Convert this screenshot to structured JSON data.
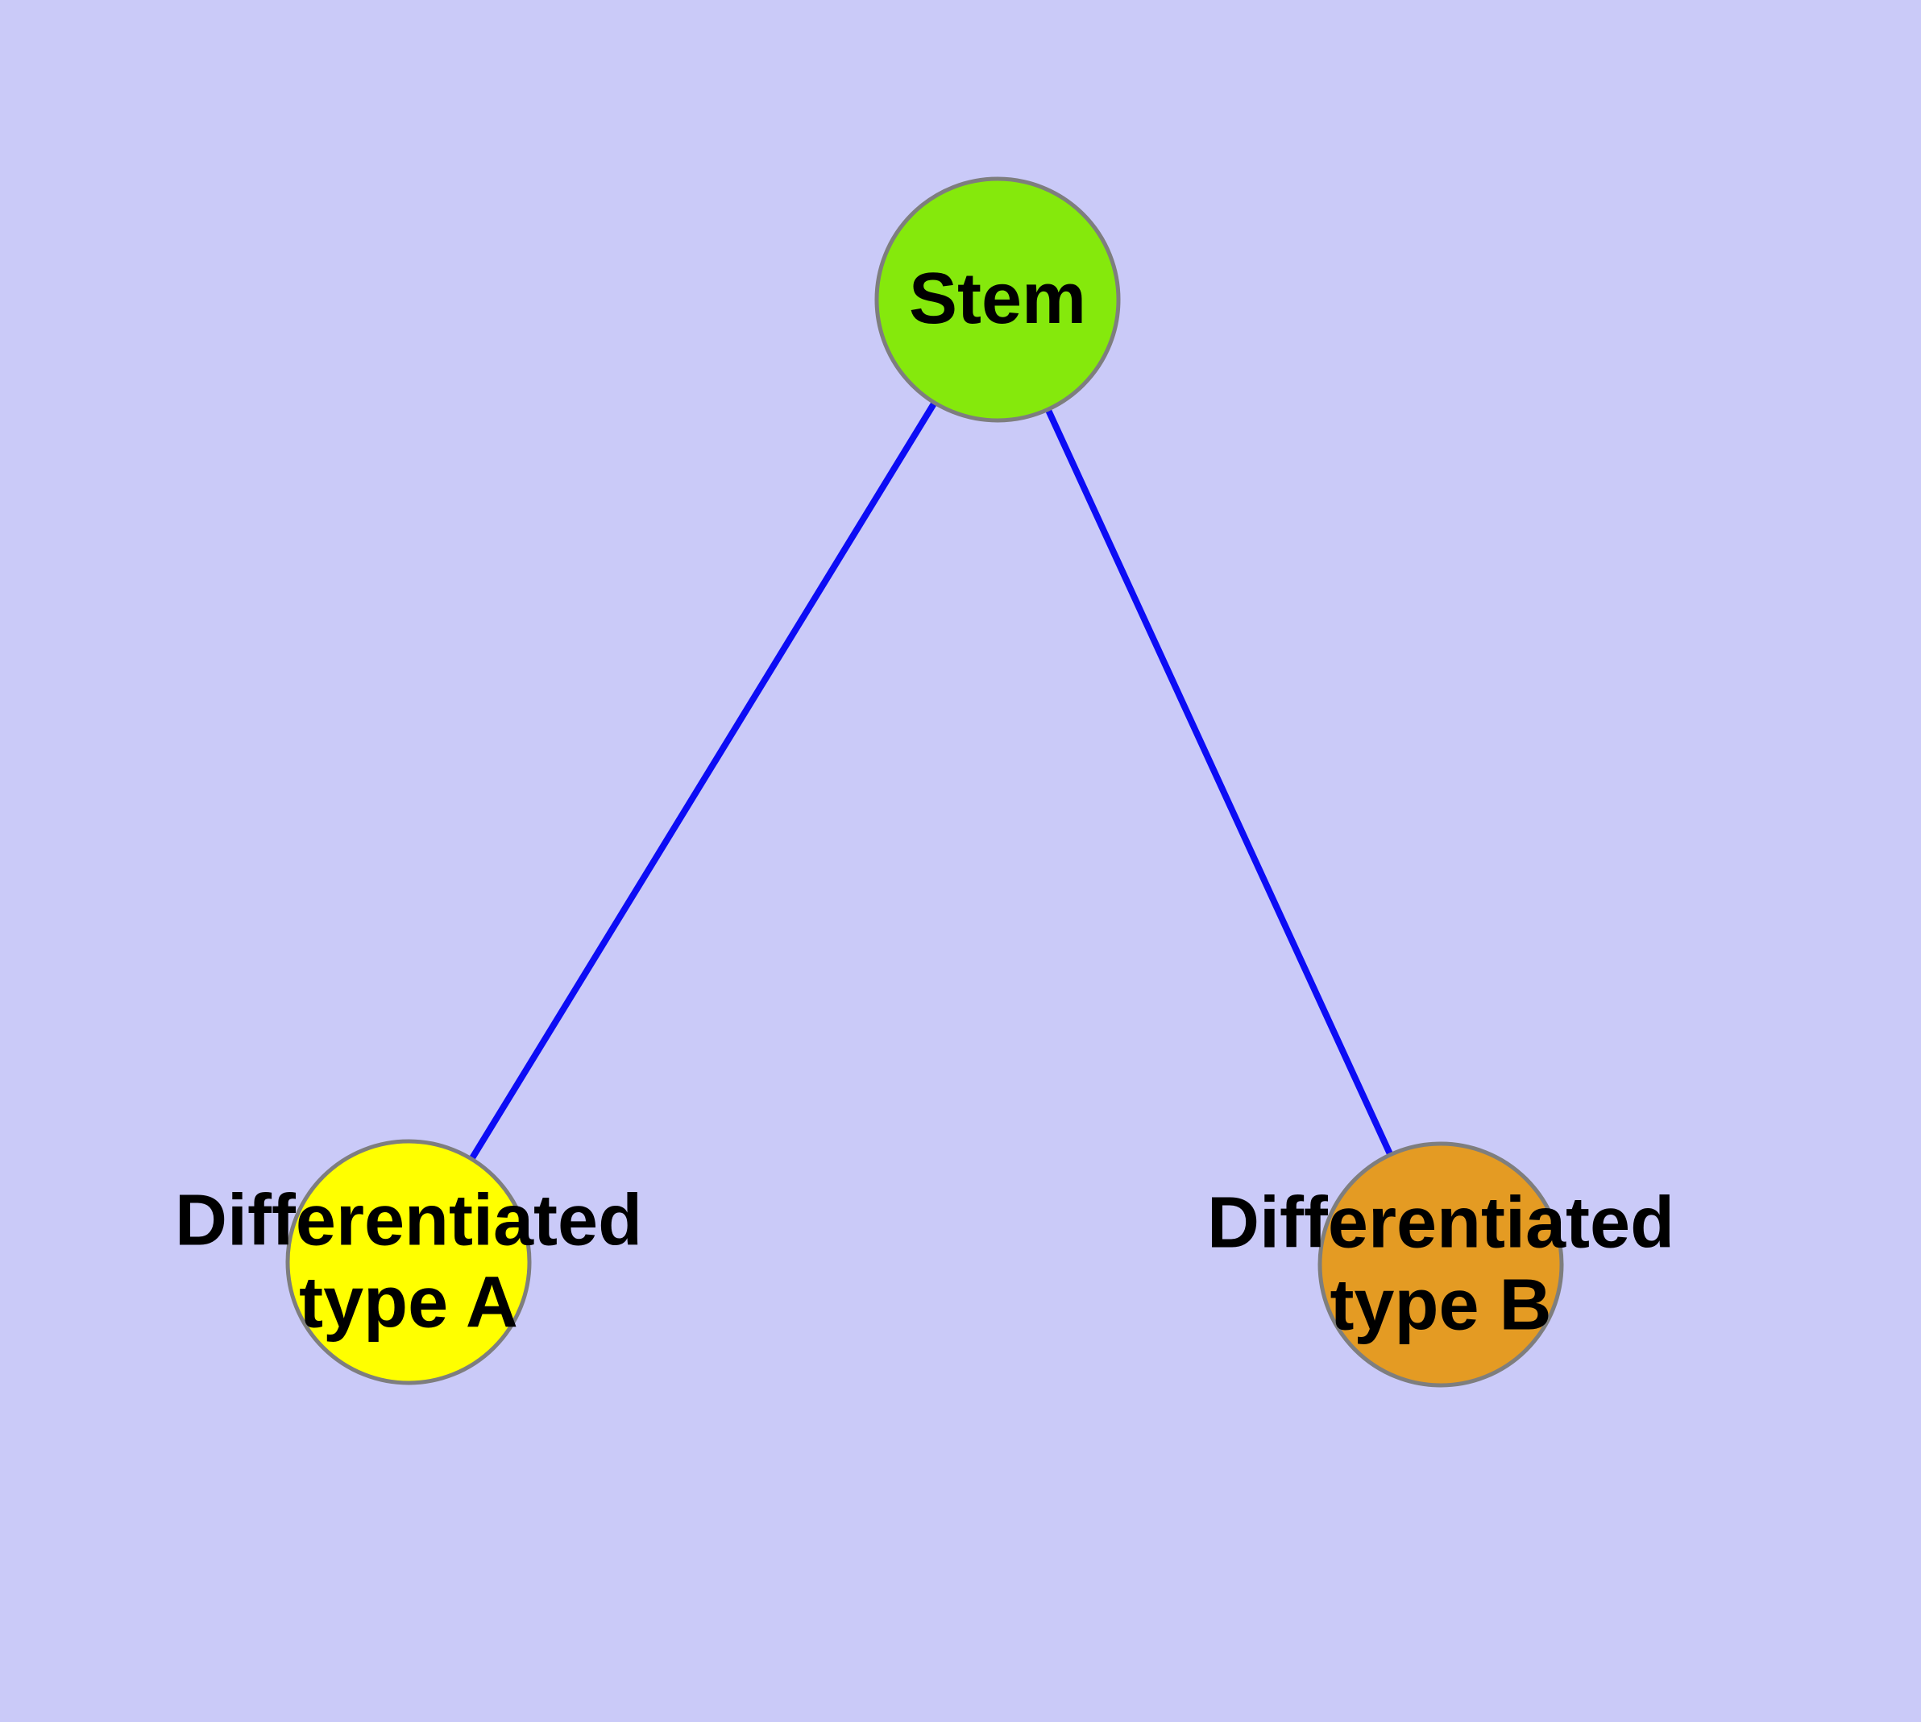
{
  "diagram": {
    "background_color": "#CACAF8",
    "text_color": "#000000",
    "nodes": {
      "stem": {
        "label": "Stem",
        "fill": "#85E90C",
        "border": "#7E7E7E"
      },
      "type_a": {
        "label": "Differentiated\ntype A",
        "fill": "#FFFF00",
        "border": "#7E7E7E"
      },
      "type_b": {
        "label": "Differentiated\ntype B",
        "fill": "#E49B23",
        "border": "#7E7E7E"
      }
    },
    "edges": [
      {
        "from": "stem",
        "to": "type_a",
        "color": "#0C0CF5"
      },
      {
        "from": "stem",
        "to": "type_b",
        "color": "#0C0CF5"
      }
    ]
  }
}
